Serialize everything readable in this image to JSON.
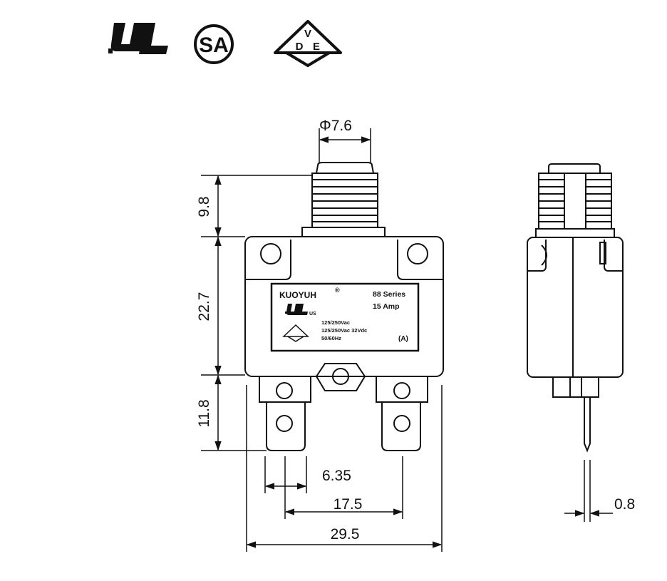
{
  "certifications": {
    "ul_mark": "UL",
    "csa_mark": "SA",
    "vde_mark": [
      "V",
      "D",
      "E"
    ]
  },
  "dimensions": {
    "button_diameter": "Φ7.6",
    "button_height": "9.8",
    "body_height": "22.7",
    "terminal_height": "11.8",
    "terminal_width": "6.35",
    "terminal_pitch": "17.5",
    "overall_width": "29.5",
    "terminal_thickness": "0.8"
  },
  "label": {
    "brand": "KUOYUH",
    "registered": "®",
    "series": "88 Series",
    "rating": "15 Amp",
    "ul_small": "US",
    "voltage_ac": "125/250Vac",
    "voltage_ac_dc": "125/250Vac 32Vdc",
    "frequency": "50/60Hz",
    "mark": "(A)"
  }
}
